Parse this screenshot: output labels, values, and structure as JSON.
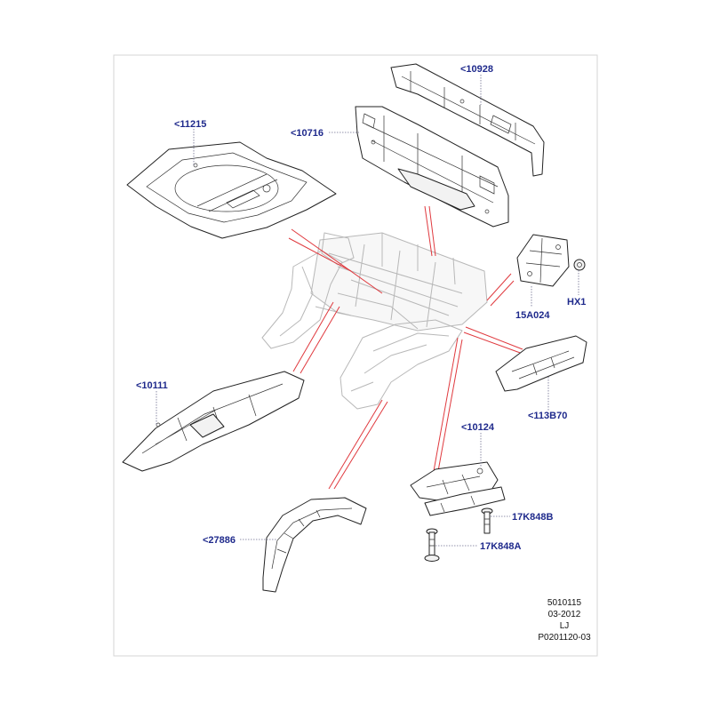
{
  "callouts": {
    "c10928": "<10928",
    "c10716": "<10716",
    "c11215": "<11215",
    "c15a024": "15A024",
    "chx1": "HX1",
    "c10111": "<10111",
    "c113b70": "<113B70",
    "c10124": "<10124",
    "c17k848b": "17K848B",
    "c17k848a": "17K848A",
    "c27886": "<27886"
  },
  "footer": {
    "line1": "5010115",
    "line2": "03-2012",
    "line3": "LJ",
    "line4": "P0201120-03"
  },
  "colors": {
    "callout_text": "#1f2a8c",
    "explode_line": "#e0393e",
    "ghost_line": "#b8b8b8"
  }
}
